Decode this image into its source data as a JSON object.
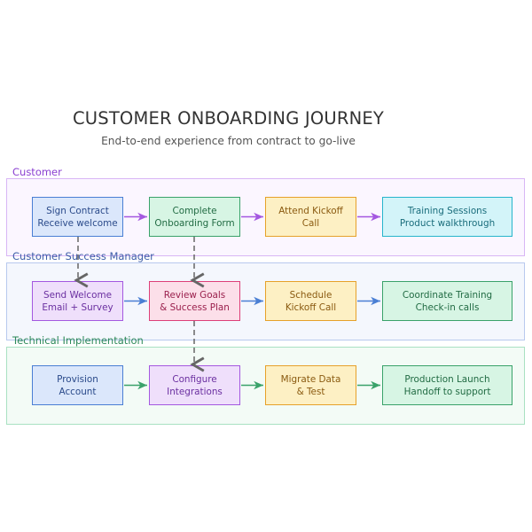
{
  "title": "CUSTOMER ONBOARDING JOURNEY",
  "subtitle": "End-to-end experience from contract to go-live",
  "lanes": [
    {
      "label": "Customer",
      "label_color": "#8a3fd1",
      "fill": "#fbf6ff",
      "border": "#d8b6f5",
      "nodes": [
        {
          "line1": "Sign Contract",
          "line2": "Receive welcome",
          "fill": "#dbe7fb",
          "border": "#4a7fd4",
          "text": "#2a4a8a"
        },
        {
          "line1": "Complete",
          "line2": "Onboarding Form",
          "fill": "#d7f5e4",
          "border": "#3aa26a",
          "text": "#216b43"
        },
        {
          "line1": "Attend Kickoff",
          "line2": "Call",
          "fill": "#fdf0c4",
          "border": "#e6a12a",
          "text": "#8a5a10"
        },
        {
          "line1": "Training Sessions",
          "line2": "Product walkthrough",
          "fill": "#d3f4f9",
          "border": "#27b5cc",
          "text": "#1a6d7c"
        }
      ]
    },
    {
      "label": "Customer Success Manager",
      "label_color": "#3d5da8",
      "fill": "#f4f7fd",
      "border": "#b8c9ee",
      "nodes": [
        {
          "line1": "Send Welcome",
          "line2": "Email + Survey",
          "fill": "#efdffb",
          "border": "#a458e0",
          "text": "#6a2fa0"
        },
        {
          "line1": "Review Goals",
          "line2": "& Success Plan",
          "fill": "#fcdfe9",
          "border": "#dd3f78",
          "text": "#9a1f4c"
        },
        {
          "line1": "Schedule",
          "line2": "Kickoff Call",
          "fill": "#fdf0c4",
          "border": "#e6a12a",
          "text": "#8a5a10"
        },
        {
          "line1": "Coordinate Training",
          "line2": "Check-in calls",
          "fill": "#d7f5e4",
          "border": "#3aa26a",
          "text": "#216b43"
        }
      ]
    },
    {
      "label": "Technical Implementation",
      "label_color": "#2e8a5a",
      "fill": "#f3fbf6",
      "border": "#a9e1c2",
      "nodes": [
        {
          "line1": "Provision",
          "line2": "Account",
          "fill": "#dbe7fb",
          "border": "#4a7fd4",
          "text": "#2a4a8a"
        },
        {
          "line1": "Configure",
          "line2": "Integrations",
          "fill": "#efdffb",
          "border": "#a458e0",
          "text": "#6a2fa0"
        },
        {
          "line1": "Migrate Data",
          "line2": "& Test",
          "fill": "#fdf0c4",
          "border": "#e6a12a",
          "text": "#8a5a10"
        },
        {
          "line1": "Production Launch",
          "line2": "Handoff to support",
          "fill": "#d7f5e4",
          "border": "#3aa26a",
          "text": "#216b43"
        }
      ]
    }
  ],
  "colors": {
    "arrow_lane1": "#a458e0",
    "arrow_lane2": "#4a7fd4",
    "arrow_lane3": "#3aa26a",
    "dashed": "#666666"
  }
}
